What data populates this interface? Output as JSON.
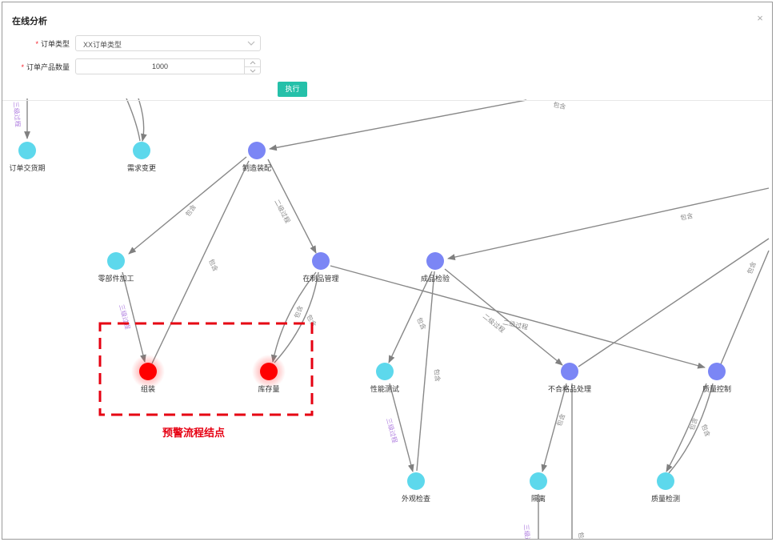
{
  "modal": {
    "title": "在线分析",
    "close_glyph": "×"
  },
  "form": {
    "order_type": {
      "required_mark": "*",
      "label": "订单类型",
      "value": "XX订单类型"
    },
    "order_quantity": {
      "required_mark": "*",
      "label": "订单产品数量",
      "value": "1000"
    },
    "execute_label": "执行"
  },
  "graph": {
    "nodes": [
      {
        "id": "n1",
        "label": "订单交货期",
        "color": "#5dd8ec"
      },
      {
        "id": "n2",
        "label": "需求变更",
        "color": "#5dd8ec"
      },
      {
        "id": "n3",
        "label": "制造装配",
        "color": "#7b86f5"
      },
      {
        "id": "n4",
        "label": "零部件加工",
        "color": "#5dd8ec"
      },
      {
        "id": "n5",
        "label": "在制品管理",
        "color": "#7b86f5"
      },
      {
        "id": "n6",
        "label": "成品检验",
        "color": "#7b86f5"
      },
      {
        "id": "n7",
        "label": "组装",
        "color": "#ff0000",
        "alert": true
      },
      {
        "id": "n8",
        "label": "库存量",
        "color": "#ff0000",
        "alert": true
      },
      {
        "id": "n9",
        "label": "性能测试",
        "color": "#5dd8ec"
      },
      {
        "id": "n10",
        "label": "不合格品处理",
        "color": "#7b86f5"
      },
      {
        "id": "n11",
        "label": "质量控制",
        "color": "#7b86f5"
      },
      {
        "id": "n12",
        "label": "外观检查",
        "color": "#5dd8ec"
      },
      {
        "id": "n13",
        "label": "隔离",
        "color": "#5dd8ec"
      },
      {
        "id": "n14",
        "label": "质量检测",
        "color": "#5dd8ec"
      }
    ],
    "edge_labels": {
      "contains": "包含",
      "second_level": "二级过程",
      "third_level": "三级过程"
    },
    "alert_box_label": "预警流程结点",
    "alert_color": "#e60012"
  }
}
